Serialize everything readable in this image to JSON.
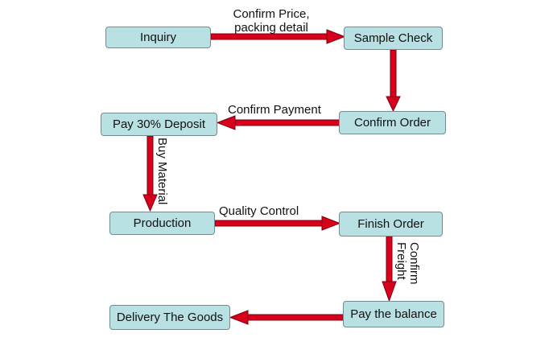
{
  "colors": {
    "node_fill": "#b9e0e3",
    "node_border": "#6f8d92",
    "arrow": "#d9001b",
    "arrow_edge": "#7a0010"
  },
  "nodes": {
    "inquiry": "Inquiry",
    "sample_check": "Sample Check",
    "confirm_order": "Confirm Order",
    "pay_deposit": "Pay 30% Deposit",
    "production": "Production",
    "finish_order": "Finish Order",
    "pay_balance": "Pay the balance",
    "delivery": "Delivery The Goods"
  },
  "edges": {
    "confirm_price_line1": "Confirm Price,",
    "confirm_price_line2": "packing detail",
    "confirm_payment": "Confirm Payment",
    "buy_material": "Buy Material",
    "quality_control": "Quality Control",
    "confirm_freight_line1": "Confirm",
    "confirm_freight_line2": "Freight"
  }
}
